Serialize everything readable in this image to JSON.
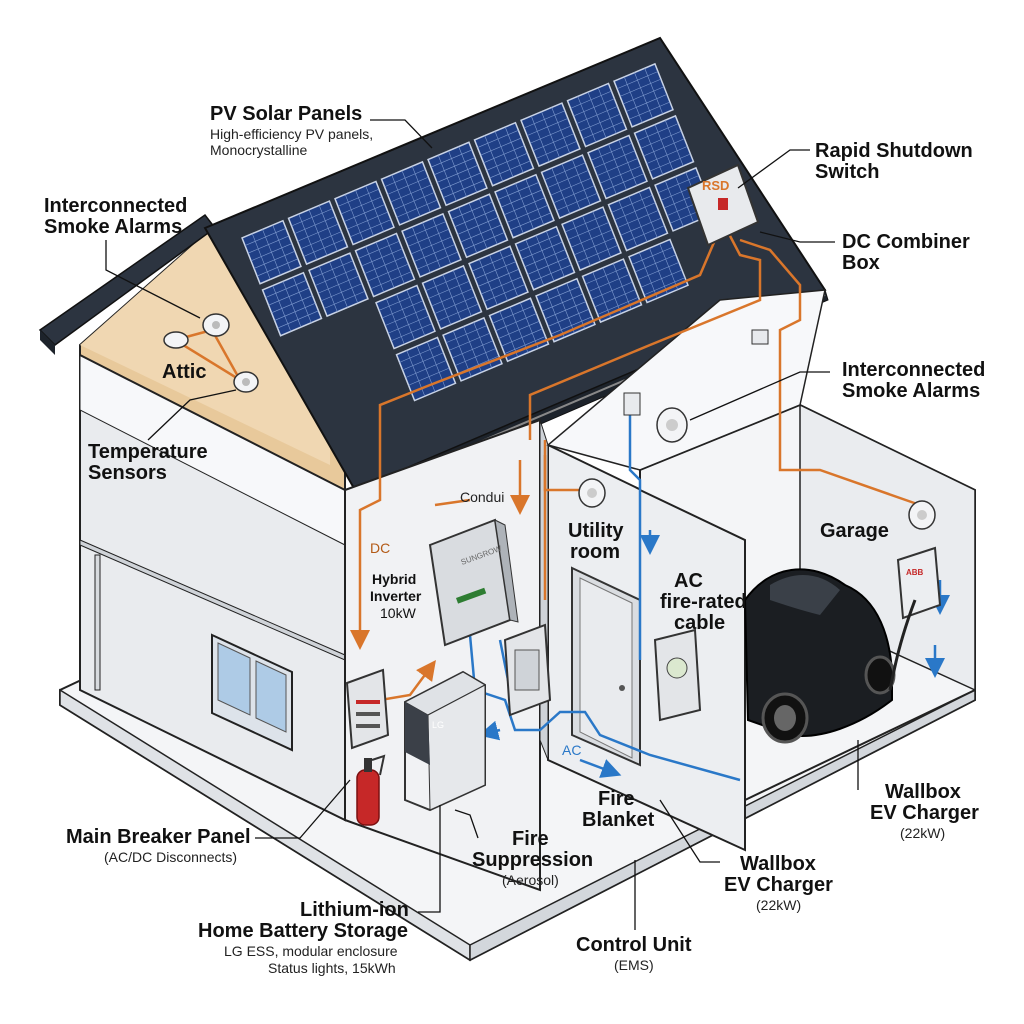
{
  "callouts": {
    "pv_title": "PV Solar Panels",
    "pv_sub1": "High-efficiency PV panels,",
    "pv_sub2": "Monocrystalline",
    "smoke_left_1": "Interconnected",
    "smoke_left_2": "Smoke Alarms",
    "attic": "Attic",
    "temp_1": "Temperature",
    "temp_2": "Sensors",
    "rsd_1": "Rapid Shutdown",
    "rsd_2": "Switch",
    "dccomb_1": "DC Combiner",
    "dccomb_2": "Box",
    "smoke_right_1": "Interconnected",
    "smoke_right_2": "Smoke Alarms",
    "garage": "Garage",
    "utility_1": "Utility",
    "utility_2": "room",
    "conduit": "Condui",
    "dc": "DC",
    "inverter_1": "Hybrid",
    "inverter_2": "Inverter",
    "inverter_3": "10kW",
    "ac_cable_1": "AC",
    "ac_cable_2": "fire-rated",
    "ac_cable_3": "cable",
    "ac": "AC",
    "fire_blanket_1": "Fire",
    "fire_blanket_2": "Blanket",
    "main_breaker_1": "Main Breaker Panel",
    "main_breaker_2": "(AC/DC Disconnects)",
    "fire_supp_1": "Fire",
    "fire_supp_2": "Suppression",
    "fire_supp_3": "(Aerosol)",
    "battery_1": "Lithium-ion",
    "battery_2": "Home Battery Storage",
    "battery_3": "LG ESS, modular enclosure",
    "battery_4": "Status lights, 15kWh",
    "control_1": "Control Unit",
    "control_2": "(EMS)",
    "wallbox_mid_1": "Wallbox",
    "wallbox_mid_2": "EV Charger",
    "wallbox_mid_3": "(22kW)",
    "wallbox_right_1": "Wallbox",
    "wallbox_right_2": "EV Charger",
    "wallbox_right_3": "(22kW)"
  },
  "device_text": {
    "rsd_label": "RSD",
    "inverter_brand": "SUNGROW",
    "battery_brand": "LG",
    "charger_brand": "ABB"
  },
  "colors": {
    "roof": "#2c3440",
    "panel": "#1f3f86",
    "panel_line": "#7f9bd0",
    "dc_wire": "#d9762b",
    "ac_wire": "#2a78c8",
    "wall": "#eef0f3",
    "attic_wood": "#e8c99b"
  }
}
